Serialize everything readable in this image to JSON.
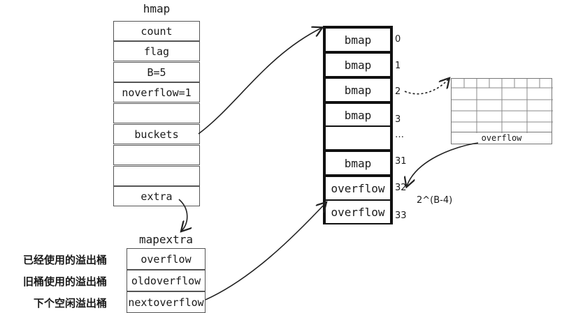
{
  "hmap": {
    "title": "hmap",
    "fields": [
      "count",
      "flag",
      "B=5",
      "noverflow=1",
      "",
      "buckets",
      "",
      "",
      "extra"
    ]
  },
  "mapextra": {
    "title": "mapextra",
    "fields": [
      "overflow",
      "oldoverflow",
      "nextoverflow"
    ],
    "labels": [
      "已经使用的溢出桶",
      "旧桶使用的溢出桶",
      "下个空闲溢出桶"
    ]
  },
  "buckets": {
    "cells": [
      "bmap",
      "bmap",
      "bmap",
      "bmap",
      "",
      "bmap",
      "overflow",
      "overflow"
    ],
    "indices": [
      "0",
      "1",
      "2",
      "3",
      "…",
      "31",
      "32",
      "33"
    ]
  },
  "bmap_detail": {
    "label": "overflow"
  },
  "formula": "2^(B-4)"
}
